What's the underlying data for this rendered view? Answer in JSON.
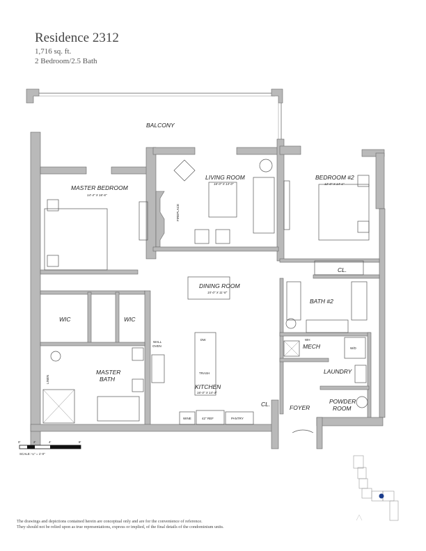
{
  "header": {
    "title": "Residence 2312",
    "area": "1,716 sq. ft.",
    "layout": "2 Bedroom/2.5 Bath"
  },
  "rooms": {
    "balcony": {
      "name": "BALCONY"
    },
    "master_bedroom": {
      "name": "MASTER BEDROOM",
      "dims": "14'-4\" X 16'-6\""
    },
    "living_room": {
      "name": "LIVING ROOM",
      "dims": "16'-0\" X 14'-0\""
    },
    "bedroom2": {
      "name": "BEDROOM #2",
      "dims": "12'-0\" X 14'-1\""
    },
    "dining_room": {
      "name": "DINING ROOM",
      "dims": "15'-0\" X 11'-8\""
    },
    "kitchen": {
      "name": "KITCHEN",
      "dims": "16'-0\" X 14'-4\""
    },
    "wic1": {
      "name": "WIC"
    },
    "wic2": {
      "name": "WIC"
    },
    "master_bath": {
      "name_l1": "MASTER",
      "name_l2": "BATH"
    },
    "bath2": {
      "name": "BATH #2"
    },
    "mech": {
      "name": "MECH"
    },
    "laundry": {
      "name": "LAUNDRY"
    },
    "powder": {
      "name_l1": "POWDER",
      "name_l2": "ROOM"
    },
    "foyer": {
      "name": "FOYER"
    },
    "closet1": {
      "name": "CL."
    },
    "closet2": {
      "name": "CL."
    }
  },
  "fixtures": {
    "fireplace": "FIREPLACE",
    "wall_oven_l1": "WALL",
    "wall_oven_l2": "OVEN",
    "dw": "DW",
    "trash": "TRASH",
    "wine": "WINE",
    "ref": "42\" REF",
    "pantry": "PANTRY",
    "wh": "WH",
    "wd": "W/D",
    "linen": "LINEN"
  },
  "scale": {
    "ticks": [
      "0'",
      "2'",
      "4'",
      "8'"
    ],
    "label": "SCALE: ¼\" = 1'-0\""
  },
  "disclaimer": {
    "line1": "The drawings and depictions contained herein are conceptual only and are for the convenience of reference.",
    "line2": "They should not be relied upon as true representations, express or implied, of the final details of the condominium units."
  },
  "key_plan": {
    "highlight_color": "#1a3c8c"
  }
}
